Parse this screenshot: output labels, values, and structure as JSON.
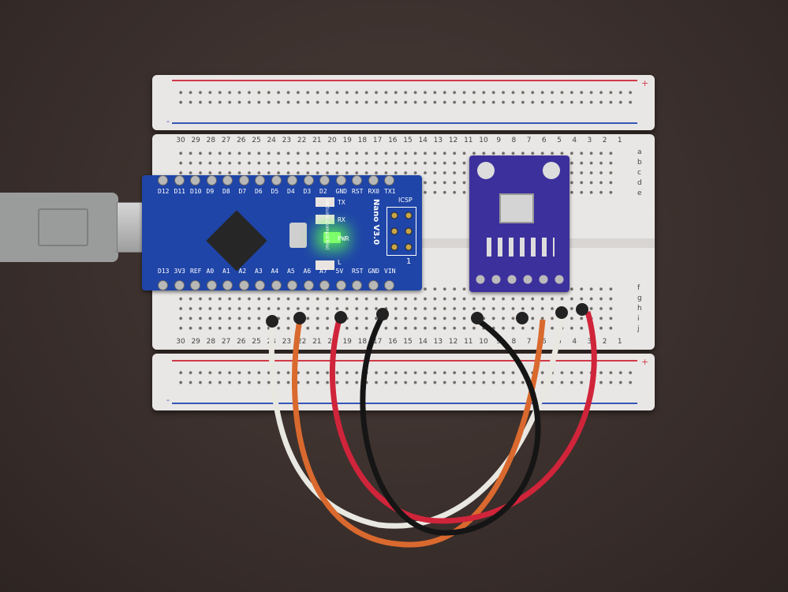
{
  "scene": {
    "description_colors": {
      "background": "#3b302d",
      "breadboard": "#e9e7e5",
      "nano_board": "#1f45a8",
      "sensor_board": "#3c309c",
      "led_green": "#7cff6a"
    },
    "breadboard": {
      "column_numbers": [
        "30",
        "29",
        "28",
        "27",
        "26",
        "25",
        "24",
        "23",
        "22",
        "21",
        "20",
        "19",
        "18",
        "17",
        "16",
        "15",
        "14",
        "13",
        "12",
        "11",
        "10",
        "9",
        "8",
        "7",
        "6",
        "5",
        "4",
        "3",
        "2",
        "1"
      ],
      "row_letters_top": [
        "a",
        "b",
        "c",
        "d",
        "e"
      ],
      "row_letters_bottom": [
        "f",
        "g",
        "h",
        "i",
        "j"
      ],
      "rail_plus": "+",
      "rail_minus": "-"
    },
    "nano": {
      "model": "Nano V3.0",
      "subtitle": "(Arduino-Compatible)",
      "top_pins": [
        "D12",
        "D11",
        "D10",
        "D9",
        "D8",
        "D7",
        "D6",
        "D5",
        "D4",
        "D3",
        "D2",
        "GND",
        "RST",
        "RX0",
        "TX1"
      ],
      "bottom_pins": [
        "D13",
        "3V3",
        "REF",
        "A0",
        "A1",
        "A2",
        "A3",
        "A4",
        "A5",
        "A6",
        "A7",
        "5V",
        "RST",
        "GND",
        "VIN"
      ],
      "icsp_label": "ICSP",
      "icsp_pin1": "1",
      "led_labels": [
        "TX",
        "RX",
        "PWR",
        "L"
      ]
    },
    "wires": {
      "colors": [
        "#e8e8e0",
        "#d9692e",
        "#d0243a",
        "#151515"
      ]
    }
  }
}
